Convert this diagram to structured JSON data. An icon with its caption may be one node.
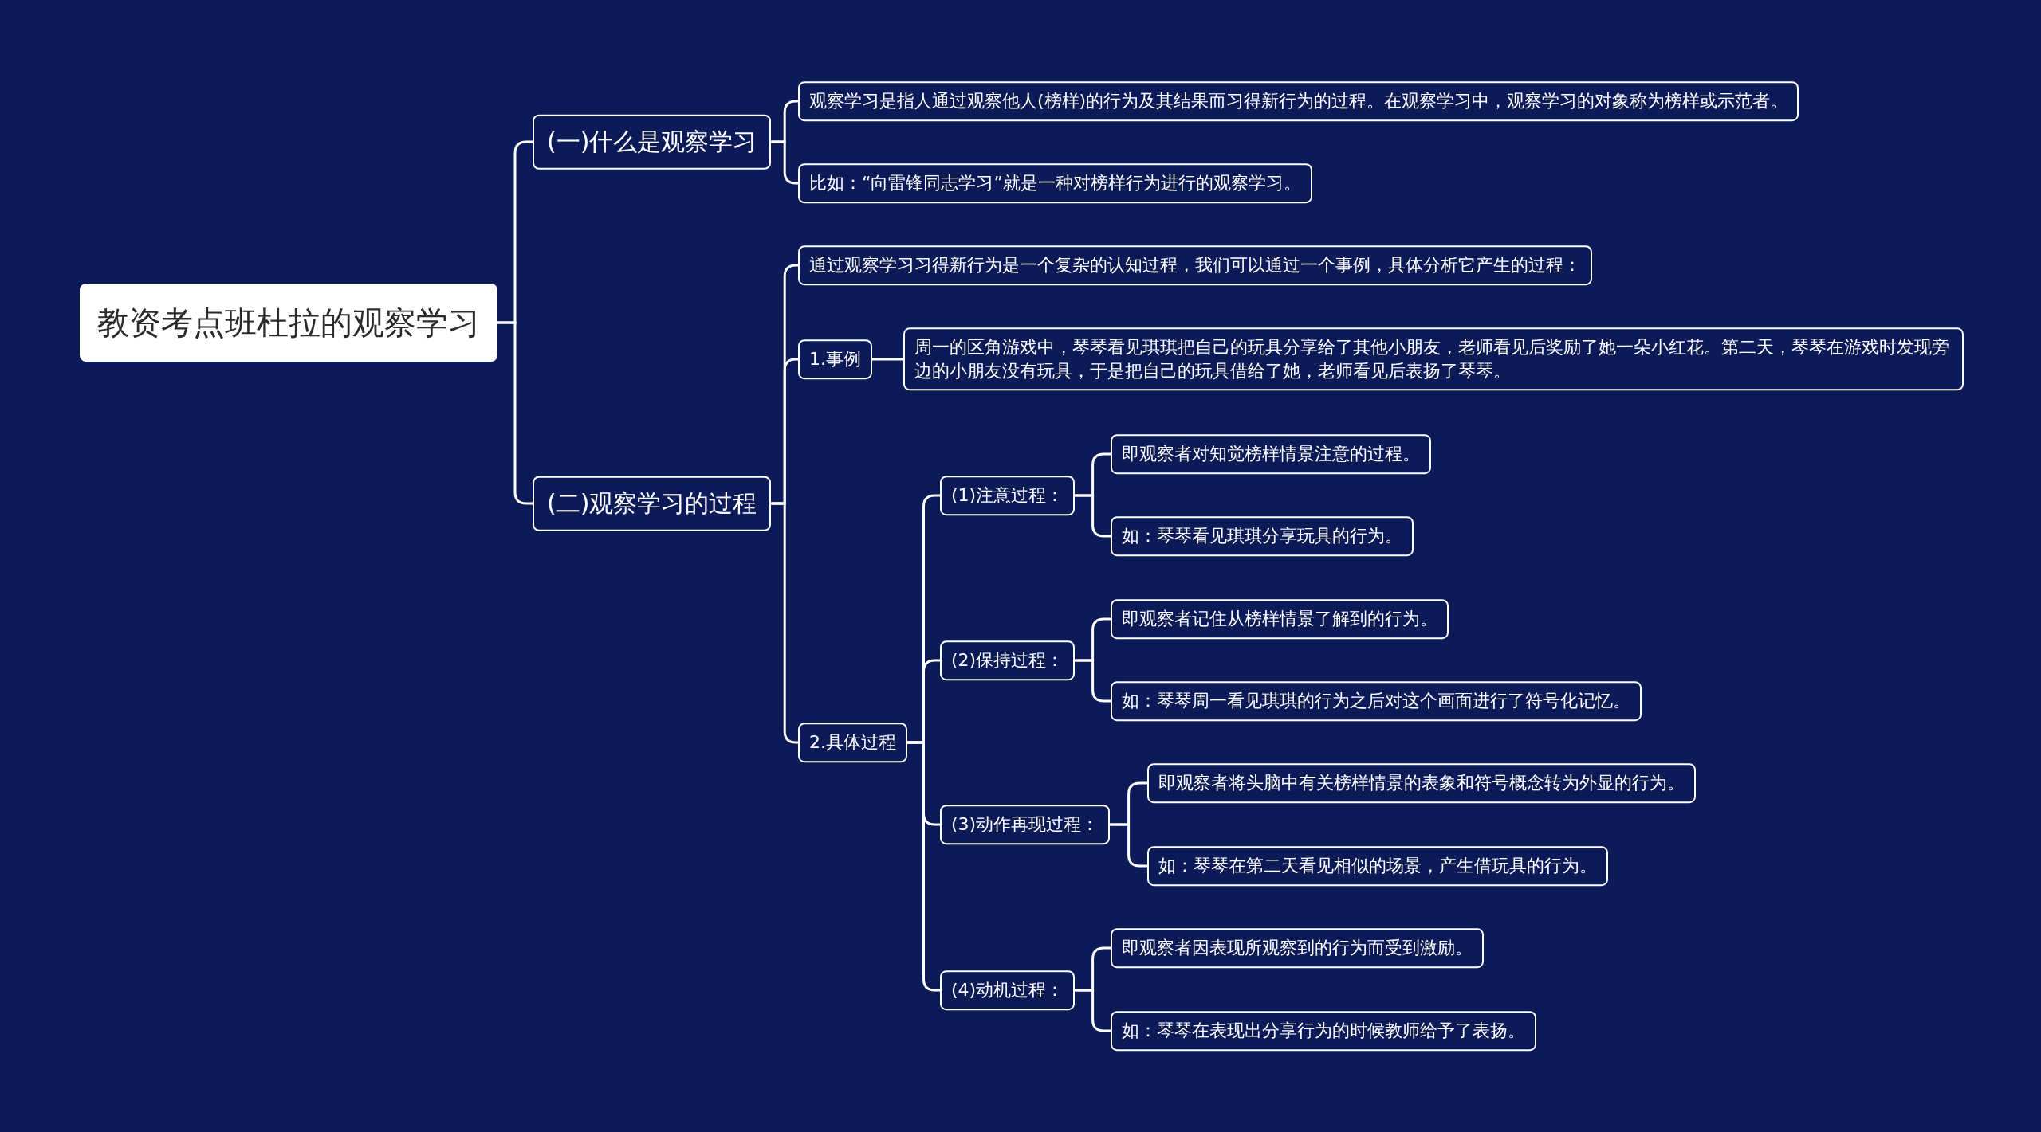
{
  "diagram": {
    "nodes": [
      {
        "text": [
          "教资考点班杜拉的观察学习"
        ]
      },
      {
        "text": [
          "(一)什么是观察学习"
        ]
      },
      {
        "text": [
          "观察学习是指人通过观察他人(榜样)的行为及其结果而习得新行为的过程。在观察学习中，观察学习的对象称为榜样或示范者。"
        ]
      },
      {
        "text": [
          "比如：“向雷锋同志学习”就是一种对榜样行为进行的观察学习。"
        ]
      },
      {
        "text": [
          "(二)观察学习的过程"
        ]
      },
      {
        "text": [
          "通过观察学习习得新行为是一个复杂的认知过程，我们可以通过一个事例，具体分析它产生的过程："
        ]
      },
      {
        "text": [
          "1.事例"
        ]
      },
      {
        "text": [
          "周一的区角游戏中，琴琴看见琪琪把自己的玩具分享给了其他小朋友，老师看见后奖励了她一朵小红花。第二天，琴琴在游戏时发现旁边的小朋友没有玩具，于是把自己的玩具借给了她，老师看见后表扬了琴琴。"
        ]
      },
      {
        "text": [
          "2.具体过程"
        ]
      },
      {
        "text": [
          "(1)注意过程："
        ]
      },
      {
        "text": [
          "即观察者对知觉榜样情景注意的过程。"
        ]
      },
      {
        "text": [
          "如：琴琴看见琪琪分享玩具的行为。"
        ]
      },
      {
        "text": [
          "(2)保持过程："
        ]
      },
      {
        "text": [
          "即观察者记住从榜样情景了解到的行为。"
        ]
      },
      {
        "text": [
          "如：琴琴周一看见琪琪的行为之后对这个画面进行了符号化记忆。"
        ]
      },
      {
        "text": [
          "(3)动作再现过程："
        ]
      },
      {
        "text": [
          "即观察者将头脑中有关榜样情景的表象和符号概念转为外显的行为。"
        ]
      },
      {
        "text": [
          "如：琴琴在第二天看见相似的场景，产生借玩具的行为。"
        ]
      },
      {
        "text": [
          "(4)动机过程："
        ]
      },
      {
        "text": [
          "即观察者因表现所观察到的行为而受到激励。"
        ]
      },
      {
        "text": [
          "如：琴琴在表现出分享行为的时候教师给予了表扬。"
        ]
      }
    ],
    "edges": [
      {
        "from": 0,
        "to": 1,
        "arrow": "none"
      },
      {
        "from": 1,
        "to": 2,
        "arrow": "none"
      },
      {
        "from": 1,
        "to": 3,
        "arrow": "none"
      },
      {
        "from": 0,
        "to": 4,
        "arrow": "none"
      },
      {
        "from": 4,
        "to": 5,
        "arrow": "none"
      },
      {
        "from": 4,
        "to": 6,
        "arrow": "none"
      },
      {
        "from": 6,
        "to": 7,
        "arrow": "none"
      },
      {
        "from": 4,
        "to": 8,
        "arrow": "none"
      },
      {
        "from": 8,
        "to": 9,
        "arrow": "none"
      },
      {
        "from": 9,
        "to": 10,
        "arrow": "none"
      },
      {
        "from": 9,
        "to": 11,
        "arrow": "none"
      },
      {
        "from": 8,
        "to": 12,
        "arrow": "none"
      },
      {
        "from": 12,
        "to": 13,
        "arrow": "none"
      },
      {
        "from": 12,
        "to": 14,
        "arrow": "none"
      },
      {
        "from": 8,
        "to": 15,
        "arrow": "none"
      },
      {
        "from": 15,
        "to": 16,
        "arrow": "none"
      },
      {
        "from": 15,
        "to": 17,
        "arrow": "none"
      },
      {
        "from": 8,
        "to": 18,
        "arrow": "none"
      },
      {
        "from": 18,
        "to": 19,
        "arrow": "none"
      },
      {
        "from": 18,
        "to": 20,
        "arrow": "none"
      }
    ]
  }
}
